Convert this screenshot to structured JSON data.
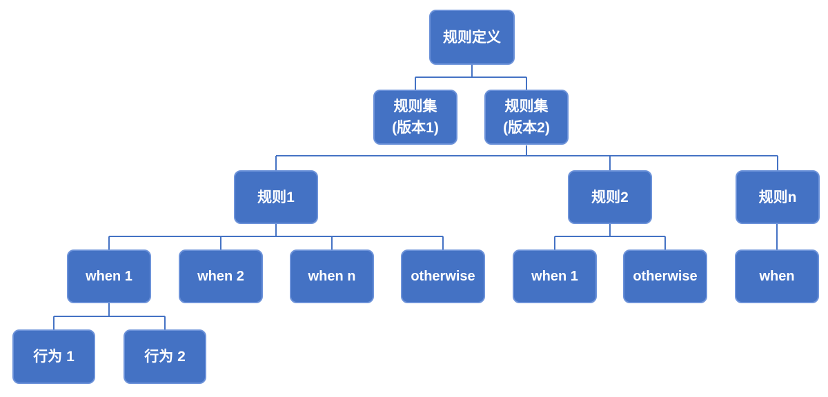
{
  "diagram": {
    "type": "tree",
    "title": "",
    "colors": {
      "node_fill": "#4472C4",
      "node_border": "#6C92D9",
      "connector": "#4472C4",
      "text": "#FFFFFF",
      "background": "#FFFFFF"
    },
    "nodes": {
      "root": {
        "label": "规则定义"
      },
      "ruleset_v1": {
        "line1": "规则集",
        "line2": "(版本1)"
      },
      "ruleset_v2": {
        "line1": "规则集",
        "line2": "(版本2)"
      },
      "rule1": {
        "label": "规则1"
      },
      "rule2": {
        "label": "规则2"
      },
      "rule_n": {
        "label": "规则n"
      },
      "rule1_when1": {
        "label": "when 1"
      },
      "rule1_when2": {
        "label": "when 2"
      },
      "rule1_when_n": {
        "label": "when n"
      },
      "rule1_otherwise": {
        "label": "otherwise"
      },
      "rule2_when1": {
        "label": "when 1"
      },
      "rule2_otherwise": {
        "label": "otherwise"
      },
      "rule_n_when": {
        "label": "when"
      },
      "action1": {
        "label": "行为 1"
      },
      "action2": {
        "label": "行为 2"
      }
    },
    "structure": {
      "规则定义": {
        "规则集(版本1)": {},
        "规则集(版本2)": {
          "规则1": {
            "when 1": [
              "行为 1",
              "行为 2"
            ],
            "when 2": [],
            "when n": [],
            "otherwise": []
          },
          "规则2": {
            "when 1": [],
            "otherwise": []
          },
          "规则n": {
            "when": []
          }
        }
      }
    }
  }
}
